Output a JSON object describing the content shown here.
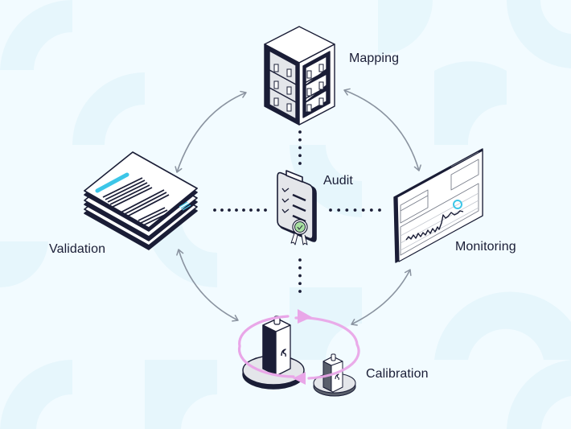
{
  "diagram": {
    "center": {
      "label": "Audit"
    },
    "nodes": [
      {
        "id": "mapping",
        "label": "Mapping"
      },
      {
        "id": "monitoring",
        "label": "Monitoring"
      },
      {
        "id": "calibration",
        "label": "Calibration"
      },
      {
        "id": "validation",
        "label": "Validation"
      }
    ],
    "connections": [
      {
        "from": "validation",
        "to": "mapping",
        "style": "double-arrow-arc"
      },
      {
        "from": "mapping",
        "to": "monitoring",
        "style": "double-arrow-arc"
      },
      {
        "from": "monitoring",
        "to": "calibration",
        "style": "double-arrow-arc"
      },
      {
        "from": "calibration",
        "to": "validation",
        "style": "double-arrow-arc"
      },
      {
        "from": "audit",
        "to": "mapping",
        "style": "dotted"
      },
      {
        "from": "audit",
        "to": "monitoring",
        "style": "dotted"
      },
      {
        "from": "audit",
        "to": "calibration",
        "style": "dotted"
      },
      {
        "from": "audit",
        "to": "validation",
        "style": "dotted"
      }
    ]
  },
  "icons": {
    "mapping": "storage-rack-icon",
    "audit": "certified-checklist-icon",
    "validation": "document-stack-icon",
    "monitoring": "chart-screen-icon",
    "calibration": "sensor-rotation-icon"
  },
  "colors": {
    "background": "#f2fbff",
    "background_shapes": "#e6f6fc",
    "ink": "#1a1d36",
    "arrow": "#8a93a0",
    "accent_cyan": "#3cc6e8",
    "accent_pink": "#e9a6e8",
    "accent_green": "#a8e0a0"
  }
}
